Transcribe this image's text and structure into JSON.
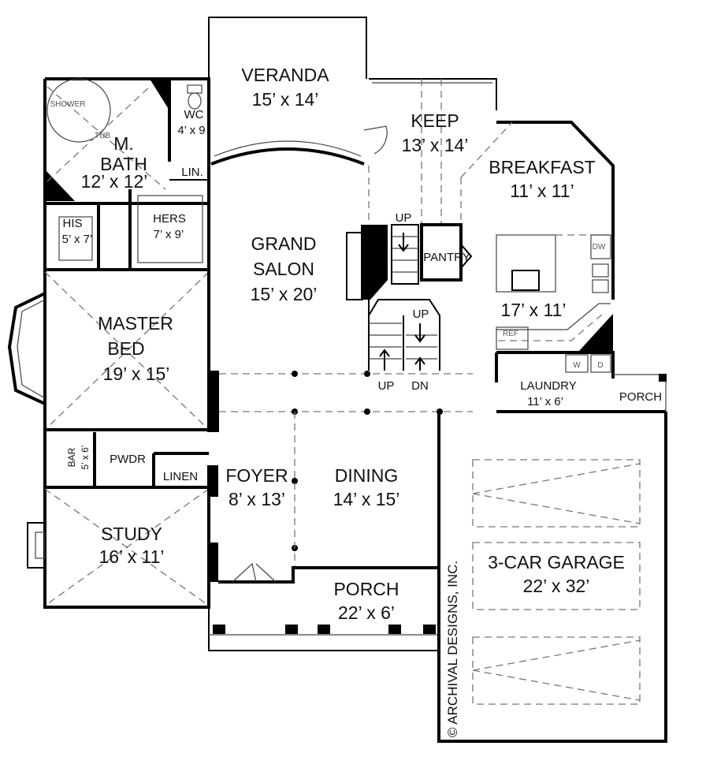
{
  "rooms": {
    "veranda": {
      "name": "VERANDA",
      "size": "15’ x 14’"
    },
    "keep": {
      "name": "KEEP",
      "size": "13’ x 14’"
    },
    "breakfast": {
      "name": "BREAKFAST",
      "size": "11’ x 11’"
    },
    "m_bath": {
      "name1": "M.",
      "name2": "BATH",
      "size": "12’ x 12’"
    },
    "shower": {
      "name": "SHOWER"
    },
    "tub": {
      "name": "TUB"
    },
    "wc": {
      "name": "WC",
      "size": "4’ x 9"
    },
    "lin": {
      "name": "LIN."
    },
    "his": {
      "name": "HIS",
      "size": "5’ x 7’"
    },
    "hers": {
      "name": "HERS",
      "size": "7’ x 9’"
    },
    "grand_salon": {
      "name1": "GRAND",
      "name2": "SALON",
      "size": "15’ x 20’"
    },
    "pantry": {
      "name": "PANTRY"
    },
    "kitchen": {
      "size": "17’ x 11’"
    },
    "dw": {
      "name": "DW"
    },
    "ref": {
      "name": "REF"
    },
    "washer": {
      "name": "W"
    },
    "dryer": {
      "name": "D"
    },
    "master_bed": {
      "name1": "MASTER",
      "name2": "BED",
      "size": "19’ x 15’"
    },
    "laundry": {
      "name": "LAUNDRY",
      "size": "11’ x 6’"
    },
    "side_porch": {
      "name": "PORCH"
    },
    "bar": {
      "name": "BAR",
      "size": "5’ x 6’"
    },
    "pwdr": {
      "name": "PWDR"
    },
    "linen": {
      "name": "LINEN"
    },
    "foyer": {
      "name": "FOYER",
      "size": "8’ x 13’"
    },
    "dining": {
      "name": "DINING",
      "size": "14’ x 15’"
    },
    "study": {
      "name": "STUDY",
      "size": "16’ x 11’"
    },
    "front_porch": {
      "name": "PORCH",
      "size": "22’ x 6’"
    },
    "garage": {
      "name": "3-CAR GARAGE",
      "size": "22’ x 32’"
    }
  },
  "stairs": {
    "up1": "UP",
    "up2": "UP",
    "up3": "UP",
    "dn": "DN"
  },
  "copyright": "© ARCHIVAL DESIGNS, INC."
}
